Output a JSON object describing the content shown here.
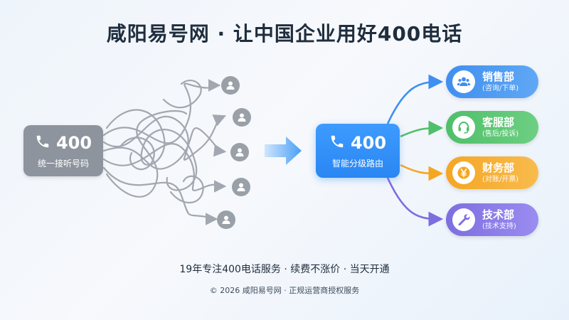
{
  "title": "咸阳易号网 · 让中国企业用好400电话",
  "left_box": {
    "number": "400",
    "label": "统一接听号码"
  },
  "center_box": {
    "number": "400",
    "label": "智能分级路由"
  },
  "departments": [
    {
      "name": "销售部",
      "sub": "(咨询/下单)",
      "color": "#3f8ff0",
      "icon": "users-icon"
    },
    {
      "name": "客服部",
      "sub": "(售后/投诉)",
      "color": "#4fbf6a",
      "icon": "headset-icon"
    },
    {
      "name": "财务部",
      "sub": "(对账/开票)",
      "color": "#f5a623",
      "icon": "yen-icon"
    },
    {
      "name": "技术部",
      "sub": "(技术支持)",
      "color": "#7d6ee0",
      "icon": "wrench-icon"
    }
  ],
  "callers": [
    "user-icon",
    "user-icon",
    "user-icon",
    "user-icon",
    "user-icon"
  ],
  "tagline": "19年专注400电话服务 · 续费不涨价 · 当天开通",
  "footer": "© 2026 咸阳易号网 · 正规运营商授权服务",
  "colors": {
    "gray_box": "#8e949e",
    "blue_box": "#2a86f2",
    "tangle": "#a2a7b0"
  }
}
